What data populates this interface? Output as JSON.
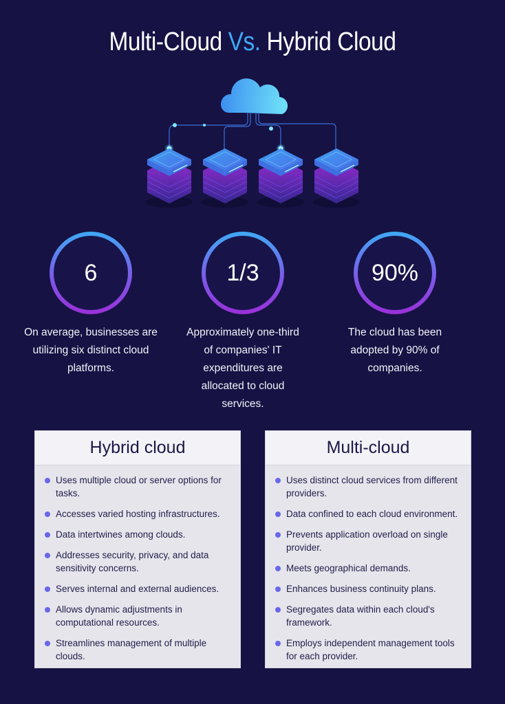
{
  "title": {
    "part1": "Multi-Cloud ",
    "accent": "Vs.",
    "part2": " Hybrid Cloud",
    "accent_color": "#3fa9f5"
  },
  "hero": {
    "icon": "cloud-server-network-icon",
    "server_count": 4
  },
  "stats": [
    {
      "value": "6",
      "description": "On average, businesses are utilizing six distinct cloud platforms."
    },
    {
      "value": "1/3",
      "description": "Approximately one-third of companies' IT expenditures are allocated to cloud services."
    },
    {
      "value": "90%",
      "description": "The cloud has been adopted by 90% of companies."
    }
  ],
  "cards": {
    "hybrid": {
      "title": "Hybrid cloud",
      "items": [
        "Uses multiple cloud or server options for tasks.",
        "Accesses varied hosting infrastructures.",
        "Data intertwines among clouds.",
        "Addresses security, privacy, and data sensitivity concerns.",
        "Serves internal and external audiences.",
        "Allows dynamic adjustments in computational resources.",
        "Streamlines management of multiple clouds."
      ]
    },
    "multi": {
      "title": "Multi-cloud",
      "items": [
        "Uses distinct cloud services from different providers.",
        "Data confined to each cloud environment.",
        "Prevents application overload on single provider.",
        "Meets geographical demands.",
        "Enhances business continuity plans.",
        "Segregates data within each cloud's framework.",
        "Employs independent management tools for each provider."
      ]
    }
  },
  "colors": {
    "background": "#161244",
    "ring_top": "#3fa9f5",
    "ring_bottom": "#9a30d8",
    "bullet": "#6a66e8",
    "card_bg": "#e6e5ec"
  }
}
